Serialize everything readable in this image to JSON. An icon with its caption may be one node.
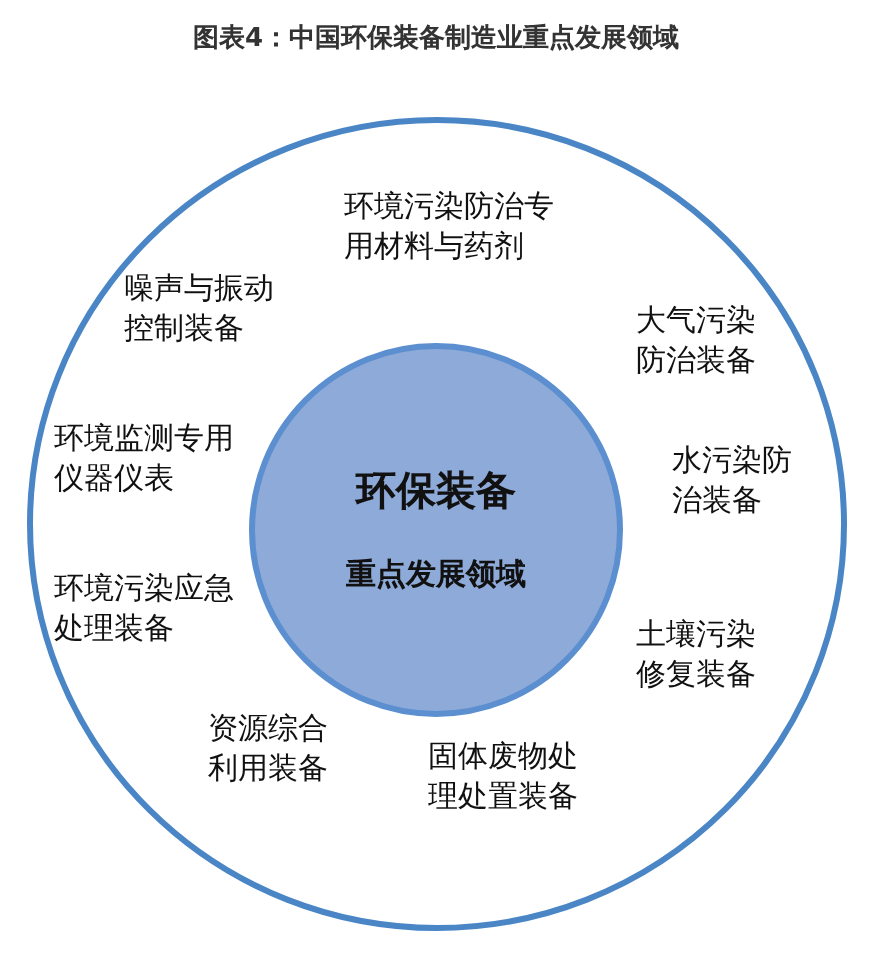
{
  "diagram": {
    "title": "图表4：中国环保装备制造业重点发展领域",
    "nodes": [
      {
        "text": [],
        "shape": "circle"
      },
      {
        "text": [
          "环保装备",
          "重点发展领域"
        ],
        "in": 0
      }
    ],
    "labels": [
      "环境污染防治专用材料与药剂",
      "噪声与振动控制装备",
      "大气污染防治装备",
      "环境监测专用仪器仪表",
      "水污染防治装备",
      "环境污染应急处理装备",
      "土壤污染修复装备",
      "资源综合利用装备",
      "固体废物处理处置装备"
    ]
  }
}
